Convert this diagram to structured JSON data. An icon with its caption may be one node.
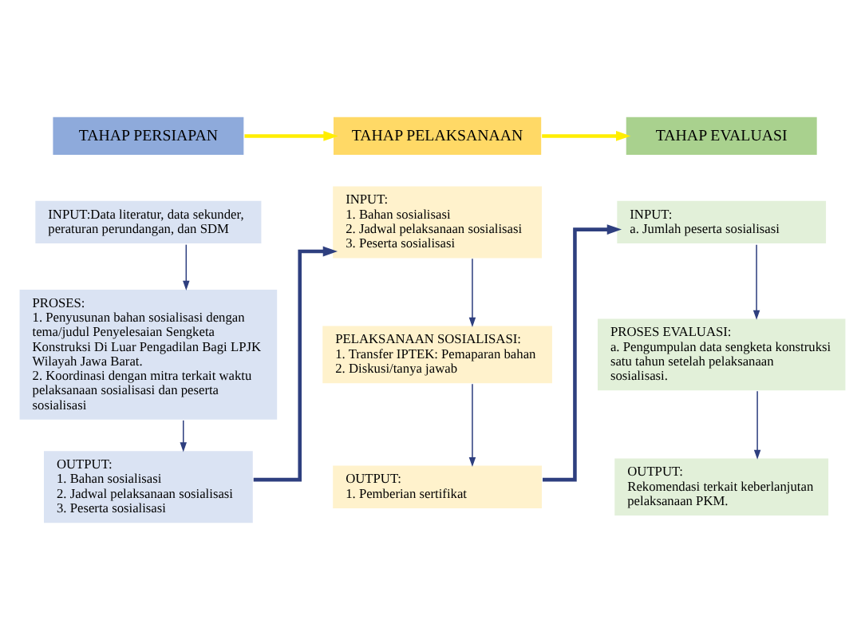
{
  "diagram": {
    "nodes": [
      {
        "text": [
          "TAHAP PERSIAPAN"
        ]
      },
      {
        "text": [
          "TAHAP PELAKSANAAN"
        ]
      },
      {
        "text": [
          "TAHAP EVALUASI"
        ]
      },
      {
        "text": [
          "INPUT:Data literatur, data sekunder, peraturan perundangan, dan SDM"
        ]
      },
      {
        "text": [
          "PROSES:",
          "1. Penyusunan bahan sosialisasi dengan tema/judul Penyelesaian Sengketa Konstruksi Di Luar Pengadilan Bagi LPJK Wilayah Jawa Barat.",
          "2. Koordinasi dengan mitra terkait waktu pelaksanaan sosialisasi dan peserta sosialisasi"
        ]
      },
      {
        "text": [
          "OUTPUT:",
          "1. Bahan sosialisasi",
          "2. Jadwal pelaksanaan sosialisasi",
          "3. Peserta sosialisasi"
        ]
      },
      {
        "text": [
          "INPUT:",
          "1. Bahan sosialisasi",
          "2. Jadwal pelaksanaan sosialisasi",
          "3. Peserta sosialisasi"
        ]
      },
      {
        "text": [
          "PELAKSANAAN SOSIALISASI:",
          "1. Transfer IPTEK: Pemaparan bahan",
          "2. Diskusi/tanya jawab"
        ]
      },
      {
        "text": [
          "OUTPUT:",
          "1. Pemberian sertifikat"
        ]
      },
      {
        "text": [
          "INPUT:",
          "a. Jumlah peserta sosialisasi"
        ]
      },
      {
        "text": [
          "PROSES EVALUASI:",
          "a. Pengumpulan data sengketa konstruksi satu tahun setelah pelaksanaan sosialisasi."
        ]
      },
      {
        "text": [
          "OUTPUT:",
          "Rekomendasi terkait keberlanjutan pelaksanaan PKM."
        ]
      }
    ],
    "edges": [
      {
        "from": 0,
        "to": 1,
        "arrow": "to",
        "style": "thick",
        "color": "#ffee00"
      },
      {
        "from": 1,
        "to": 2,
        "arrow": "to",
        "style": "thick",
        "color": "#ffee00"
      },
      {
        "from": 3,
        "to": 4,
        "arrow": "to"
      },
      {
        "from": 4,
        "to": 5,
        "arrow": "to"
      },
      {
        "from": 5,
        "to": 6,
        "arrow": "to",
        "style": "thick"
      },
      {
        "from": 6,
        "to": 7,
        "arrow": "to"
      },
      {
        "from": 7,
        "to": 8,
        "arrow": "to"
      },
      {
        "from": 8,
        "to": 9,
        "arrow": "to",
        "style": "thick"
      },
      {
        "from": 9,
        "to": 10,
        "arrow": "to"
      },
      {
        "from": 10,
        "to": 11,
        "arrow": "to"
      }
    ]
  }
}
